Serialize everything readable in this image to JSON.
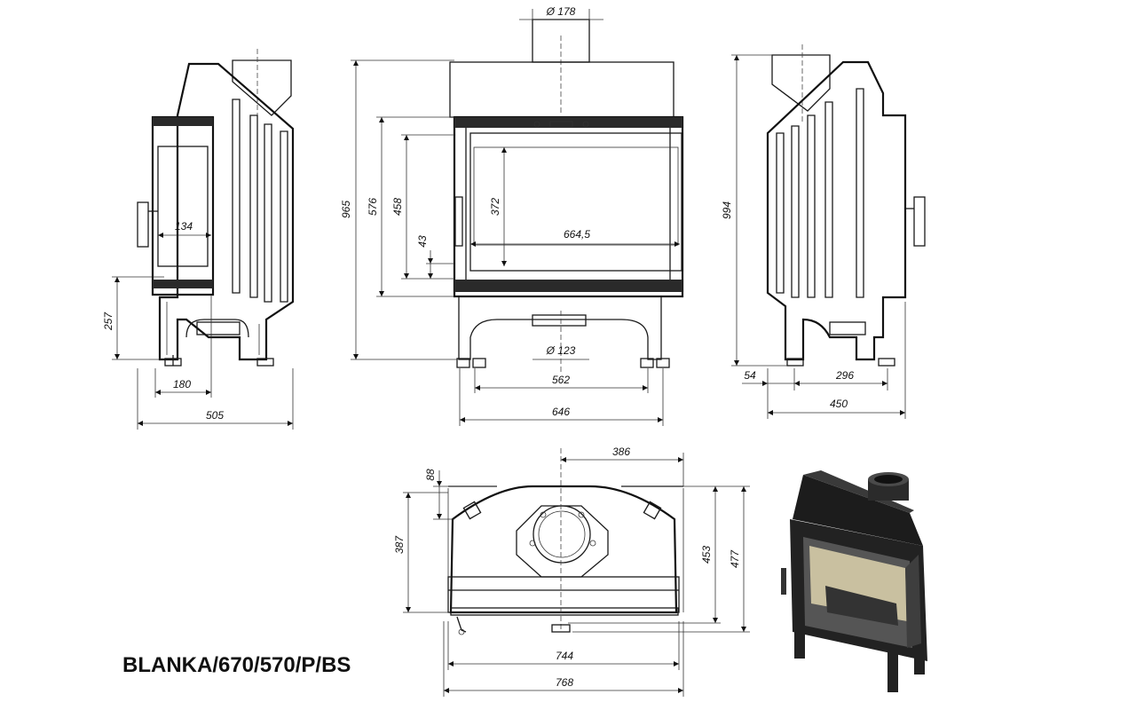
{
  "model": "BLANKA/670/570/P/BS",
  "dims": {
    "side_left": {
      "inner_width": "134",
      "leg_height": "257",
      "feet_span": "180",
      "total_depth": "505"
    },
    "front": {
      "flue_diameter": "Ø 178",
      "total_height": "965",
      "door_height": "576",
      "glass_height": "458",
      "view_height": "372",
      "bottom_offset": "43",
      "view_width": "664,5",
      "bottom_flue_diameter": "Ø 123",
      "feet_inner": "562",
      "total_width": "646"
    },
    "side_right": {
      "total_height": "994",
      "front_offset": "54",
      "feet_span": "296",
      "total_depth": "450"
    },
    "top": {
      "flue_offset": "386",
      "front_depth": "88",
      "body_depth": "387",
      "depth_a": "453",
      "depth_b": "477",
      "width_inner": "744",
      "width_total": "768"
    }
  }
}
